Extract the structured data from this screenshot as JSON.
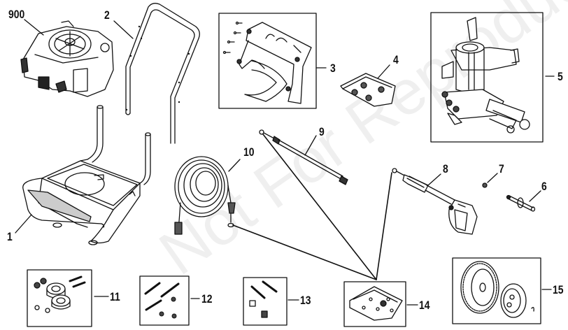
{
  "diagram": {
    "title": "Pressure Washer Parts Diagram",
    "watermark": "Not For Reproduction",
    "callouts": [
      {
        "id": "900",
        "part": "engine"
      },
      {
        "id": "1",
        "part": "base-frame"
      },
      {
        "id": "2",
        "part": "handle"
      },
      {
        "id": "3",
        "part": "control-panel-bracket"
      },
      {
        "id": "4",
        "part": "nozzle-set"
      },
      {
        "id": "5",
        "part": "pump"
      },
      {
        "id": "6",
        "part": "nozzle"
      },
      {
        "id": "7",
        "part": "o-ring"
      },
      {
        "id": "8",
        "part": "spray-gun"
      },
      {
        "id": "9",
        "part": "spray-wand"
      },
      {
        "id": "10",
        "part": "high-pressure-hose"
      },
      {
        "id": "11",
        "part": "wheel-hardware-kit"
      },
      {
        "id": "12",
        "part": "bolt-nut-kit"
      },
      {
        "id": "13",
        "part": "handle-hardware-kit"
      },
      {
        "id": "14",
        "part": "o-ring-kit"
      },
      {
        "id": "15",
        "part": "wheel-kit"
      }
    ]
  }
}
